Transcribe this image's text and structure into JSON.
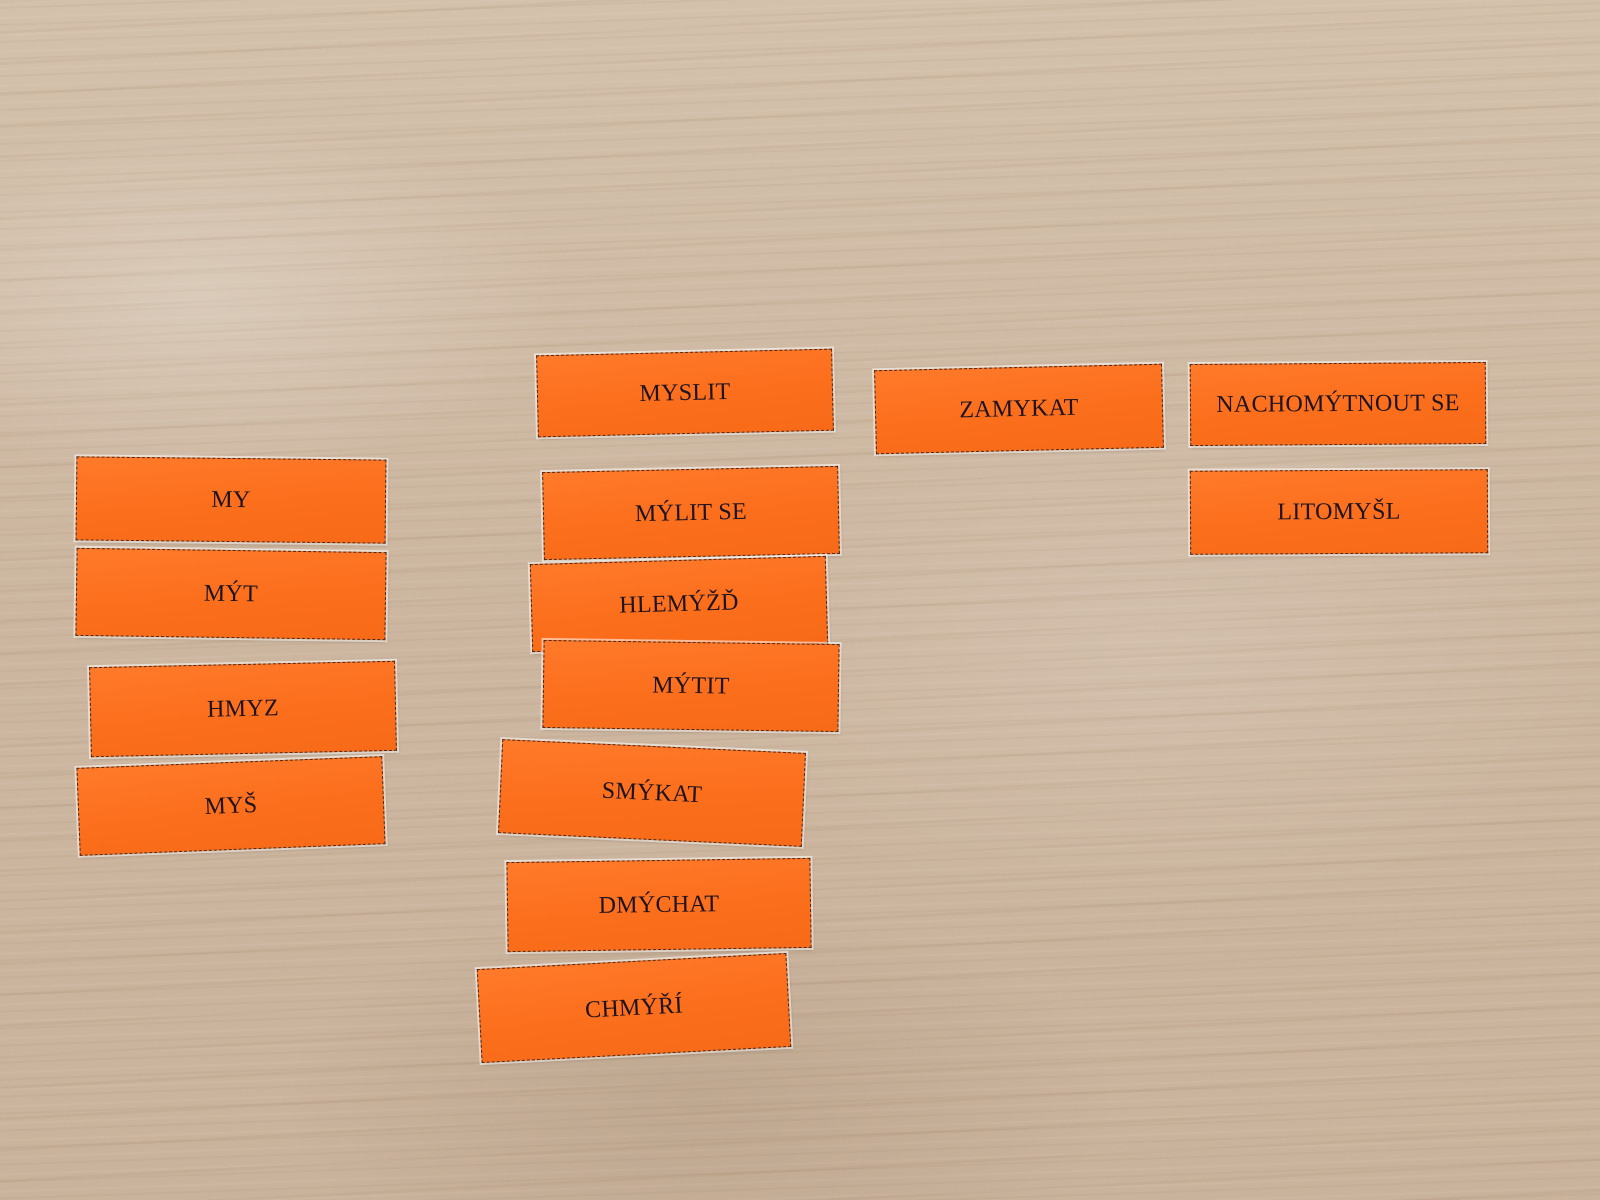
{
  "cards": [
    {
      "id": "my",
      "text": "MY"
    },
    {
      "id": "myt",
      "text": "MÝT"
    },
    {
      "id": "hmyz",
      "text": "HMYZ"
    },
    {
      "id": "mys",
      "text": "MYŠ"
    },
    {
      "id": "myslit",
      "text": "MYSLIT"
    },
    {
      "id": "mylit-se",
      "text": "MÝLIT SE"
    },
    {
      "id": "hlemyzd",
      "text": "HLEMÝŽĎ"
    },
    {
      "id": "mytit",
      "text": "MÝTIT"
    },
    {
      "id": "smykat",
      "text": "SMÝKAT"
    },
    {
      "id": "dmychat",
      "text": "DMÝCHAT"
    },
    {
      "id": "chmyri",
      "text": "CHMÝŘÍ"
    },
    {
      "id": "zamykat",
      "text": "ZAMYKAT"
    },
    {
      "id": "nachomytnout-se",
      "text": "NACHOMÝTNOUT SE"
    },
    {
      "id": "litomysl",
      "text": "LITOMYŠL"
    }
  ],
  "colors": {
    "card_fill": "#fb6e1c",
    "card_text": "#1e1420",
    "table_wood": "#cdb9a3"
  }
}
